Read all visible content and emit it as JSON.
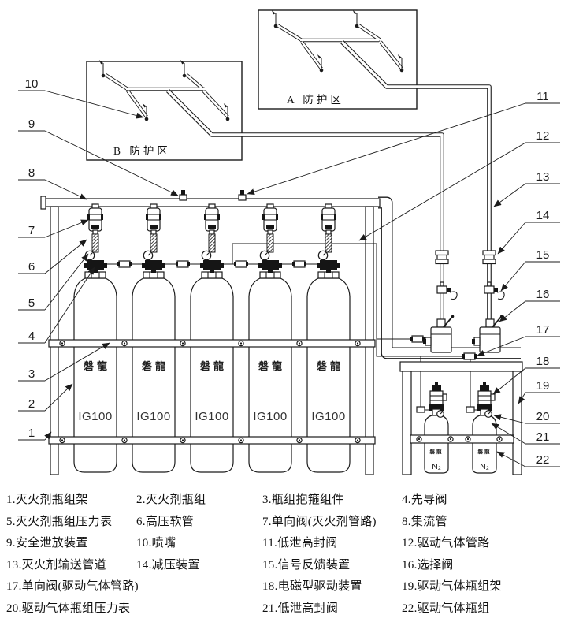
{
  "colors": {
    "ink": "#1b1b1b",
    "paper": "#ffffff"
  },
  "zones": {
    "a_label": "A 防护区",
    "b_label": "B 防护区"
  },
  "agent_cylinder": {
    "brand": "磐龍",
    "model": "IG100"
  },
  "pilot_cylinder": {
    "brand": "磐龍",
    "gas": "N₂"
  },
  "callouts": {
    "numbers": [
      "1",
      "2",
      "3",
      "4",
      "5",
      "6",
      "7",
      "8",
      "9",
      "10",
      "11",
      "12",
      "13",
      "14",
      "15",
      "16",
      "17",
      "18",
      "19",
      "20",
      "21",
      "22"
    ]
  },
  "legend": {
    "items": [
      "1.灭火剂瓶组架",
      "2.灭火剂瓶组",
      "3.瓶组抱箍组件",
      "4.先导阀",
      "5.灭火剂瓶组压力表",
      "6.高压软管",
      "7.单向阀(灭火剂管路)",
      "8.集流管",
      "9.安全泄放装置",
      "10.喷嘴",
      "11.低泄高封阀",
      "12.驱动气体管路",
      "13.灭火剂输送管道",
      "14.减压装置",
      "15.信号反馈装置",
      "16.选择阀",
      "17.单向阀(驱动气体管路)",
      "18.电磁型驱动装置",
      "19.驱动气体瓶组架",
      "20.驱动气体瓶组压力表",
      "21.低泄高封阀",
      "22.驱动气体瓶组"
    ]
  }
}
